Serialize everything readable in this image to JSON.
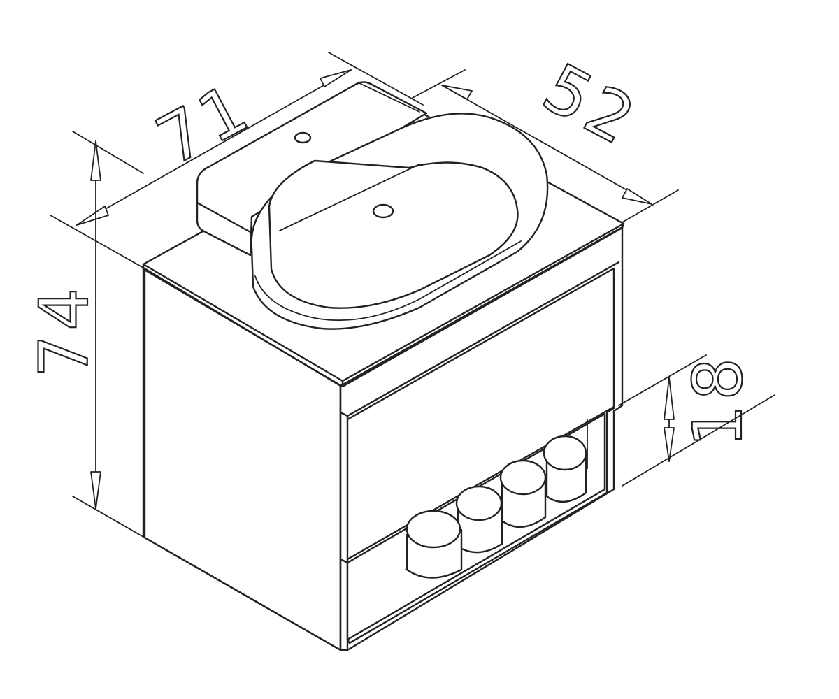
{
  "dimensions": {
    "width_label": "71",
    "depth_label": "52",
    "height_label": "74",
    "drawer_label": "18"
  }
}
